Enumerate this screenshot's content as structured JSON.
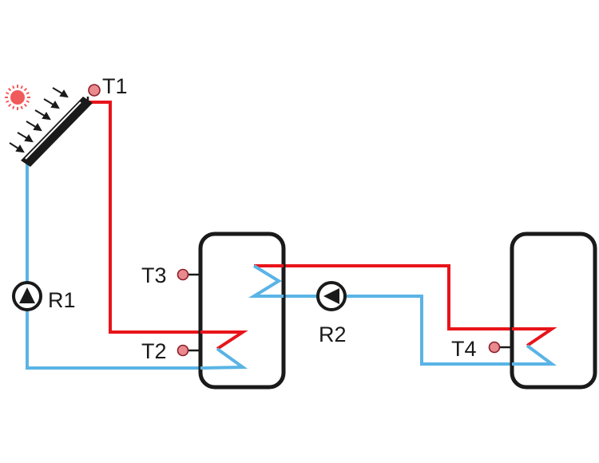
{
  "colors": {
    "hot_pipe": "#e8141a",
    "cold_pipe": "#5ab4e5",
    "outline": "#1a1a1a",
    "sensor": "#e98a8e",
    "sun": "#f15a5a"
  },
  "icons": {
    "sun": "sun-icon",
    "pump": "pump-icon",
    "sensor": "temperature-sensor-icon",
    "collector": "solar-collector-icon",
    "coil": "heat-exchanger-coil-icon"
  },
  "labels": {
    "t1": "T1",
    "t2": "T2",
    "t3": "T3",
    "t4": "T4",
    "r1": "R1",
    "r2": "R2"
  }
}
